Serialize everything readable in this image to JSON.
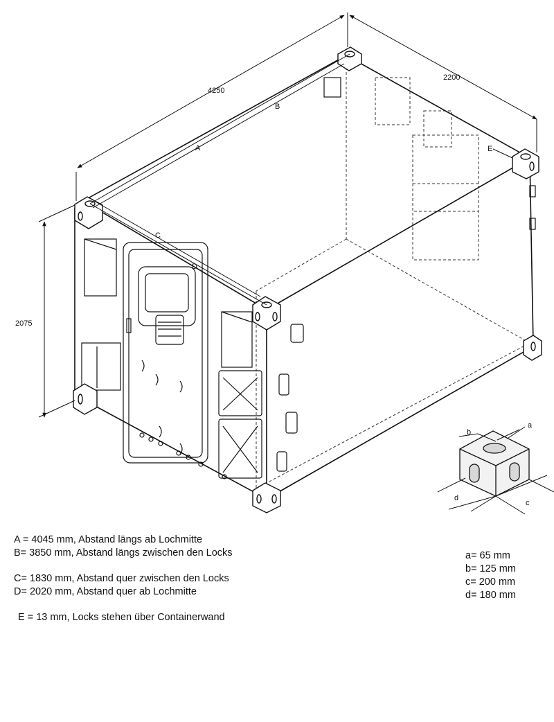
{
  "dimensions": {
    "length": "4250",
    "width": "2200",
    "height": "2075"
  },
  "markers": {
    "a": "A",
    "b": "B",
    "c": "C",
    "d": "D",
    "e": "E"
  },
  "corner_markers": {
    "a": "a",
    "b": "b",
    "c": "c",
    "d": "d"
  },
  "notes": {
    "A": "A = 4045 mm, Abstand längs ab Lochmitte",
    "B": "B= 3850 mm, Abstand längs zwischen den Locks",
    "C": "C= 1830 mm, Abstand quer zwischen den Locks",
    "D": "D= 2020 mm, Abstand quer ab Lochmitte",
    "E": "E = 13 mm, Locks stehen über Containerwand"
  },
  "corner_notes": {
    "a": "a= 65 mm",
    "b": "b= 125 mm",
    "c": "c= 200 mm",
    "d": "d= 180 mm"
  }
}
